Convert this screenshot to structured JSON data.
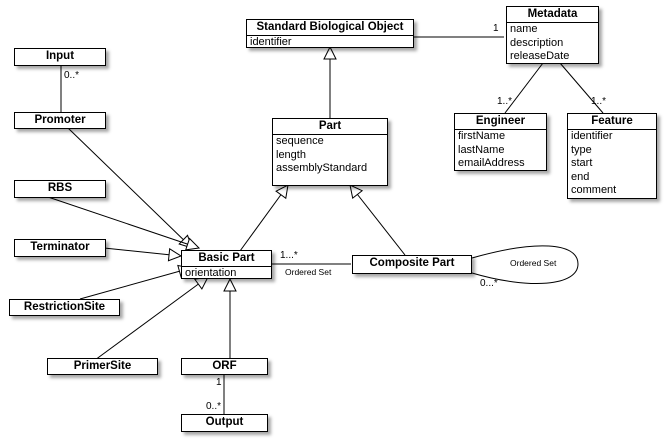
{
  "classes": {
    "standard_biological_object": {
      "name": "Standard Biological Object",
      "attributes": [
        "identifier"
      ]
    },
    "metadata": {
      "name": "Metadata",
      "attributes": [
        "name",
        "description",
        "releaseDate"
      ]
    },
    "input": {
      "name": "Input",
      "attributes": []
    },
    "promoter": {
      "name": "Promoter",
      "attributes": []
    },
    "part": {
      "name": "Part",
      "attributes": [
        "sequence",
        "length",
        "assemblyStandard"
      ]
    },
    "engineer": {
      "name": "Engineer",
      "attributes": [
        "firstName",
        "lastName",
        "emailAddress"
      ]
    },
    "feature": {
      "name": "Feature",
      "attributes": [
        "identifier",
        "type",
        "start",
        "end",
        "comment"
      ]
    },
    "rbs": {
      "name": "RBS",
      "attributes": []
    },
    "terminator": {
      "name": "Terminator",
      "attributes": []
    },
    "basic_part": {
      "name": "Basic Part",
      "attributes": [
        "orientation"
      ]
    },
    "composite_part": {
      "name": "Composite Part",
      "attributes": []
    },
    "restriction_site": {
      "name": "RestrictionSite",
      "attributes": []
    },
    "primer_site": {
      "name": "PrimerSite",
      "attributes": []
    },
    "orf": {
      "name": "ORF",
      "attributes": []
    },
    "output": {
      "name": "Output",
      "attributes": []
    }
  },
  "labels": {
    "input_mult": "0..*",
    "sbo_metadata_mult": "1",
    "engineer_mult": "1..*",
    "feature_mult": "1..*",
    "basic_part_mult": "1...*",
    "ordered_set_1": "Ordered Set",
    "ordered_set_2": "Ordered Set",
    "composite_self_mult": "0...*",
    "orf_mult": "1",
    "output_mult": "0..*"
  }
}
